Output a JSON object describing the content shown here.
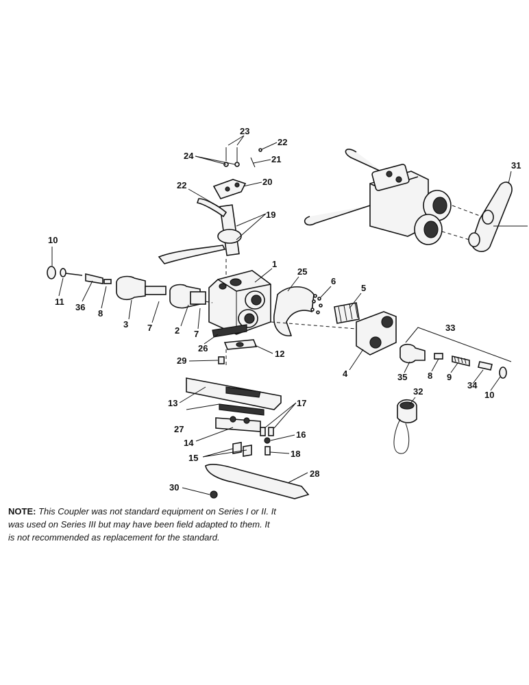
{
  "callouts": [
    "1",
    "2",
    "3",
    "4",
    "5",
    "6",
    "7",
    "7",
    "8",
    "8",
    "9",
    "10",
    "10",
    "11",
    "12",
    "13",
    "14",
    "15",
    "16",
    "17",
    "18",
    "19",
    "20",
    "21",
    "22",
    "22",
    "23",
    "24",
    "25",
    "26",
    "27",
    "28",
    "29",
    "30",
    "31",
    "32",
    "33",
    "34",
    "35",
    "36"
  ],
  "note": {
    "label": "NOTE:",
    "text": "This Coupler was not standard equipment on Series I or II. It was used on Series III but may have been field adapted to them. It is not recommended as replacement for the standard."
  }
}
